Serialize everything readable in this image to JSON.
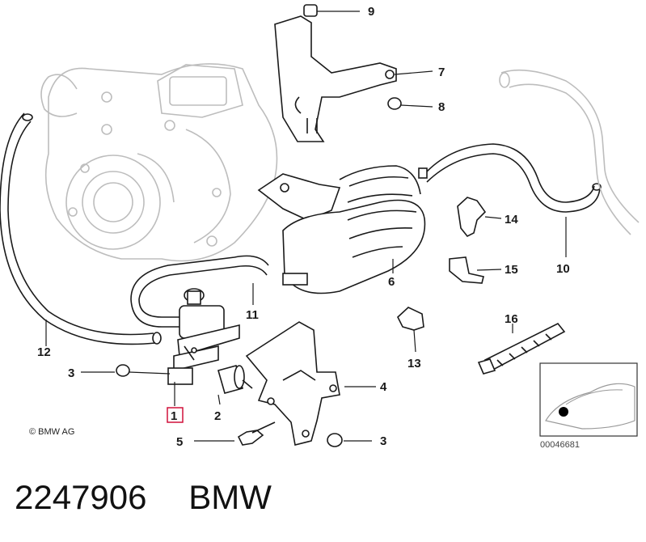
{
  "callouts": {
    "c1": "1",
    "c2": "2",
    "c3a": "3",
    "c3b": "3",
    "c4": "4",
    "c5": "5",
    "c6": "6",
    "c7": "7",
    "c8": "8",
    "c9": "9",
    "c10": "10",
    "c11": "11",
    "c12": "12",
    "c13": "13",
    "c14": "14",
    "c15": "15",
    "c16": "16"
  },
  "copyright": "© BMW AG",
  "reference_number": "00046681",
  "part_number": "2247906",
  "brand": "BMW",
  "colors": {
    "line": "#1a1a1a",
    "turbo_ghost": "#bdbdbd",
    "highlight_box": "#d0103a"
  }
}
